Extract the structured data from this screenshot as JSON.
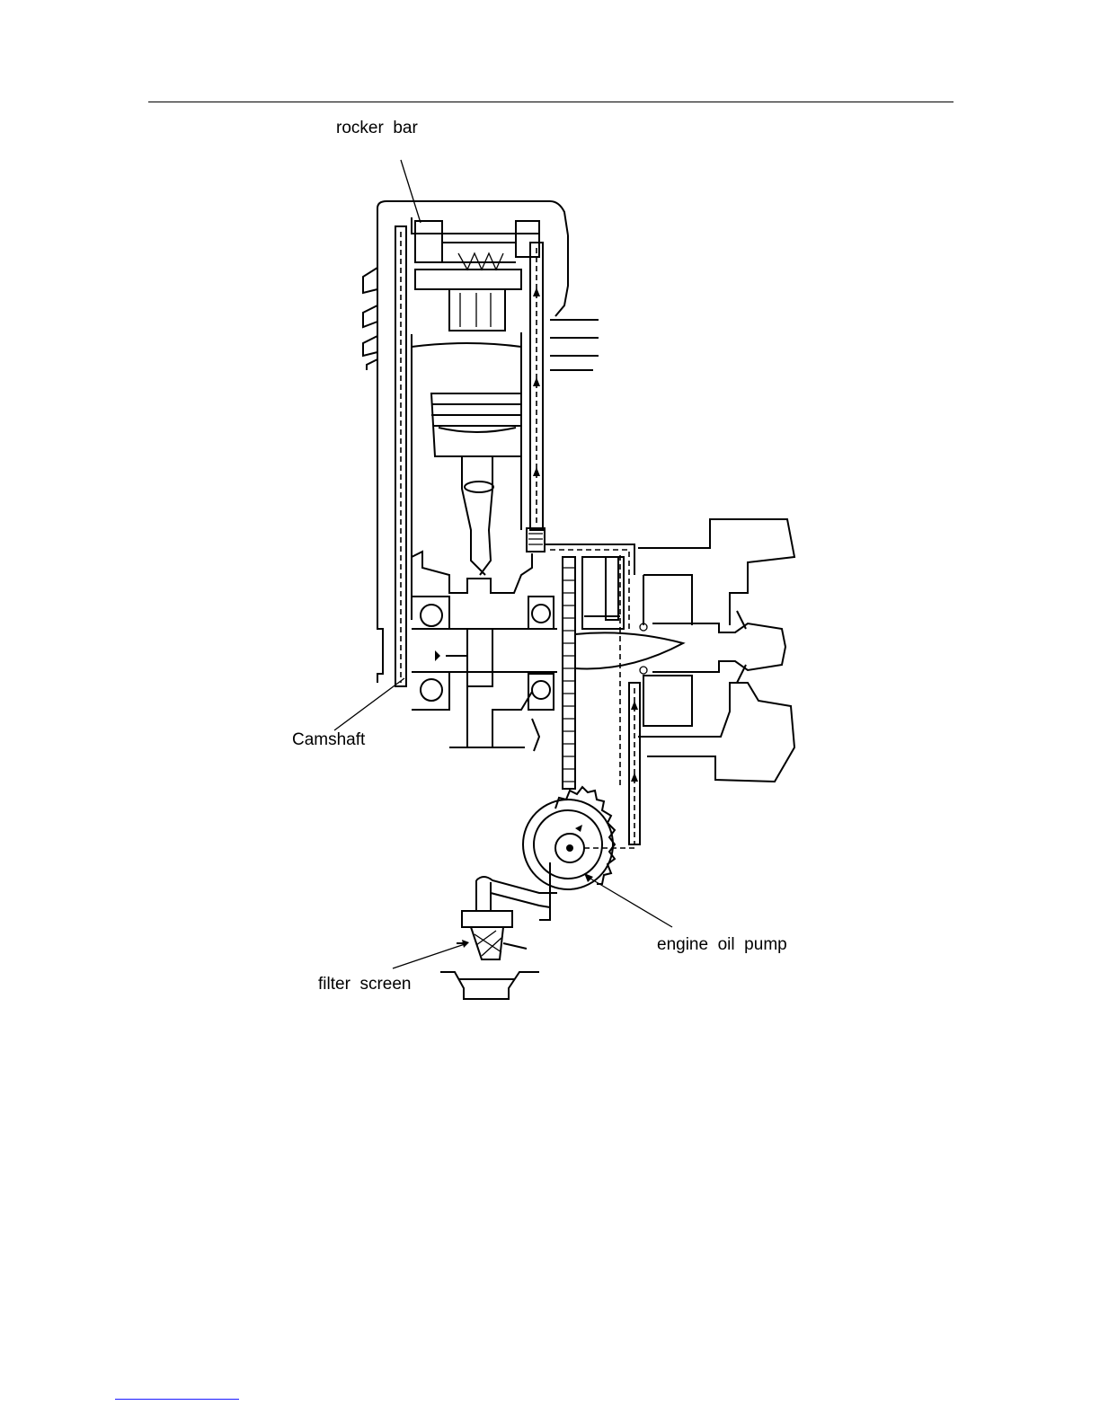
{
  "labels": {
    "rocker_bar": "rocker  bar",
    "camshaft": "Camshaft",
    "engine_oil_pump": "engine  oil  pump",
    "filter_screen": "filter  screen"
  }
}
